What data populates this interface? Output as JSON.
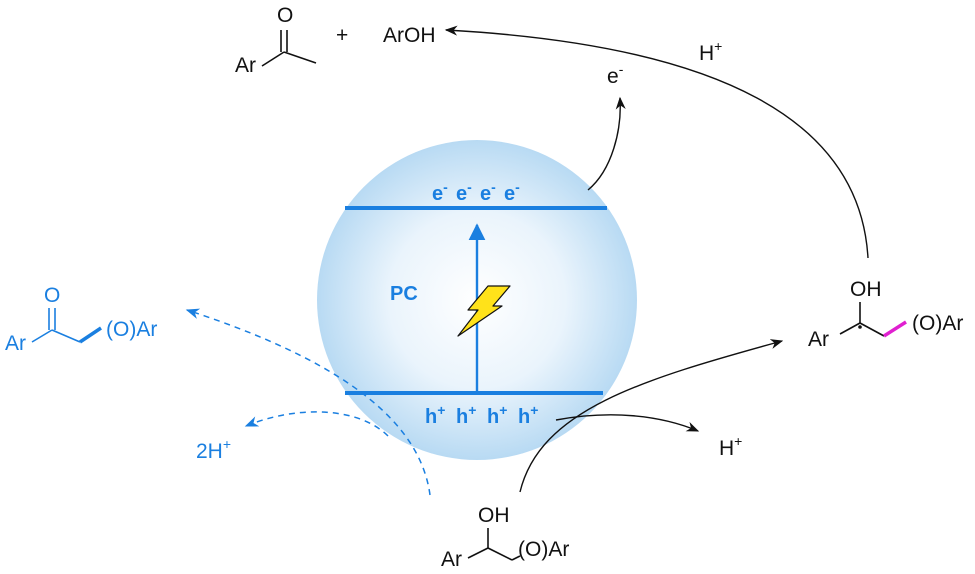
{
  "photocatalyst": {
    "label": "PC",
    "electron": "e",
    "electron_charge": "-",
    "hole": "h",
    "hole_charge": "+",
    "colors": {
      "band": "#1a7fe0",
      "bolt": "#ffe21a"
    }
  },
  "products": {
    "ketone_ar": "Ar",
    "ketone_o": "O",
    "plus": "+",
    "phenol": "ArOH"
  },
  "labels": {
    "proton_top": "H",
    "proton_top_charge": "+",
    "electron_out": "e",
    "electron_out_charge": "-",
    "proton_right": "H",
    "proton_right_charge": "+",
    "two_protons": "2H",
    "two_protons_charge": "+"
  },
  "radical_intermediate": {
    "oh": "OH",
    "ar": "Ar",
    "oar": "(O)Ar",
    "bond_highlight": "#e020d0"
  },
  "substrate": {
    "oh": "OH",
    "ar": "Ar",
    "oar": "(O)Ar"
  },
  "oxidized_product": {
    "o": "O",
    "ar": "Ar",
    "oar": "(O)Ar"
  }
}
